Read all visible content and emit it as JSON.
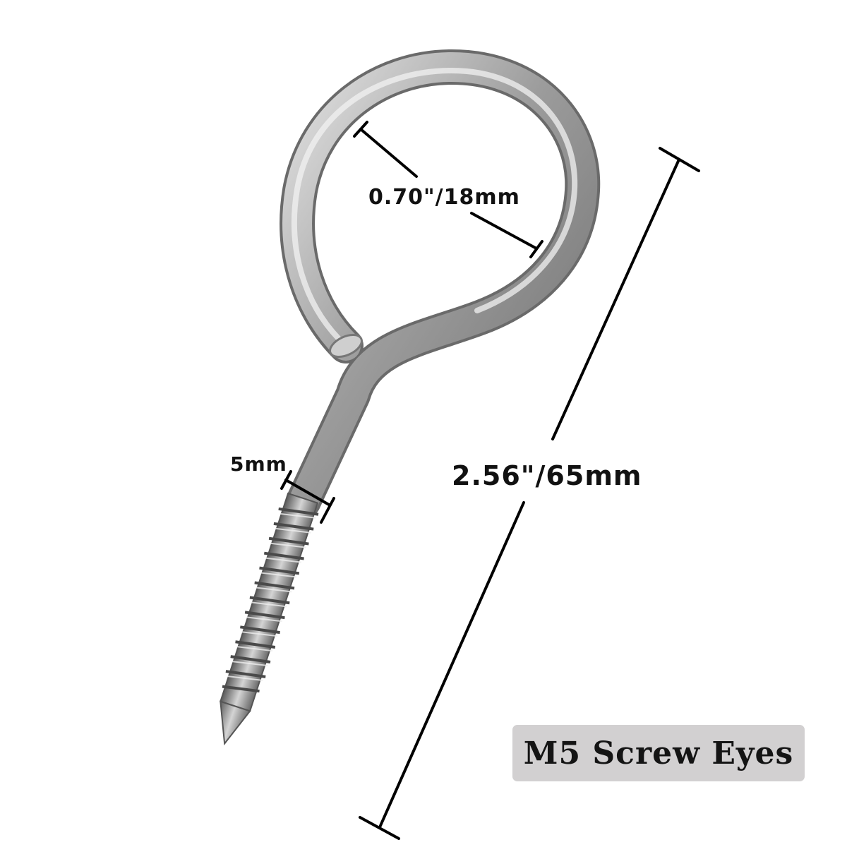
{
  "product": {
    "name": "M5 Screw Eyes",
    "image_icon": "screw-eye-hook-icon"
  },
  "dimensions": {
    "eye_inner_diameter": "0.70\"/18mm",
    "shank_diameter": "5mm",
    "total_length": "2.56\"/65mm"
  },
  "colors": {
    "background": "#ffffff",
    "metal": "#b9b9b9",
    "dimension_line": "#000000",
    "badge_background": "#d2d0d1",
    "badge_text": "#141414"
  }
}
